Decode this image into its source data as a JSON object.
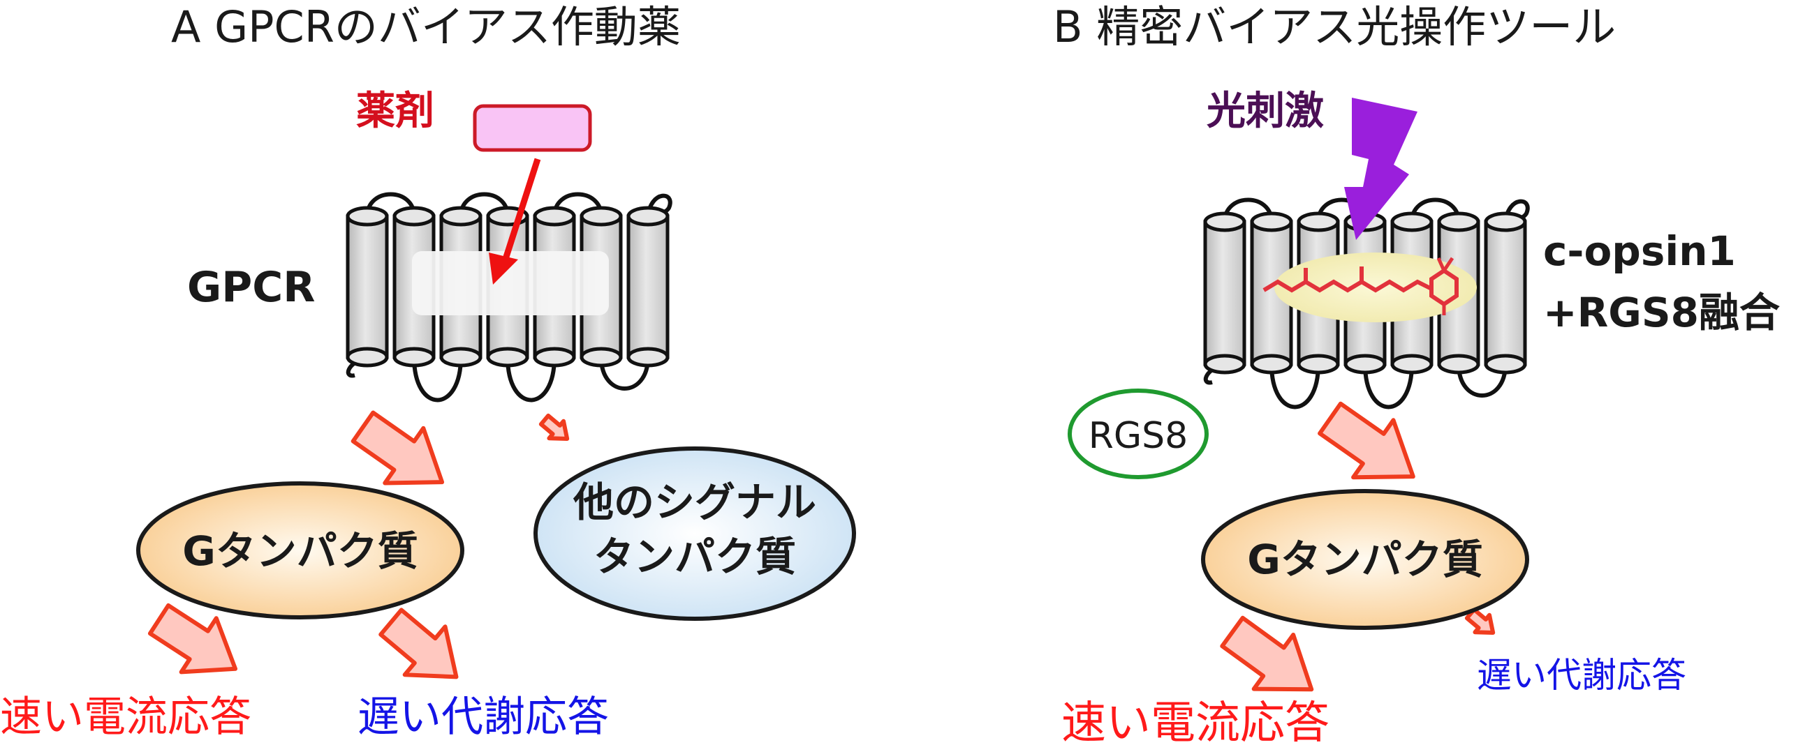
{
  "panel_a": {
    "title": "A GPCRのバイアス作動薬",
    "drug_label": "薬剤",
    "receptor_label": "GPCR",
    "g_protein_label": "Gタンパク質",
    "other_signal_label_line1": "他のシグナル",
    "other_signal_label_line2": "タンパク質",
    "fast_response_label": "速い電流応答",
    "slow_response_label": "遅い代謝応答"
  },
  "panel_b": {
    "title": "B 精密バイアス光操作ツール",
    "light_label": "光刺激",
    "tool_label_line1": "c-opsin1",
    "tool_label_line2": "+RGS8融合",
    "rgs8_label": "RGS8",
    "g_protein_label": "Gタンパク質",
    "fast_response_label": "速い電流応答",
    "slow_response_label": "遅い代謝応答"
  },
  "colors": {
    "drug_text": "#d40f1e",
    "drug_box_fill": "#f9c4f5",
    "drug_box_stroke": "#cc1a28",
    "arrow_red": "#ee1111",
    "block_arrow_stroke": "#f03c1e",
    "block_arrow_fill": "#ffc8c0",
    "light_text": "#4b0f55",
    "lightning": "#9a1fdc",
    "retinal_fill": "#f4efb8",
    "retinal_line": "#e2323c",
    "rgs8_stroke": "#1f9a2f",
    "fast_text": "#ff1a1a",
    "slow_text": "#1414e6",
    "helix_fill": "#dcdcdc",
    "g_protein_fill": "#fbd9a8",
    "other_protein_fill": "#d6e8f6"
  }
}
